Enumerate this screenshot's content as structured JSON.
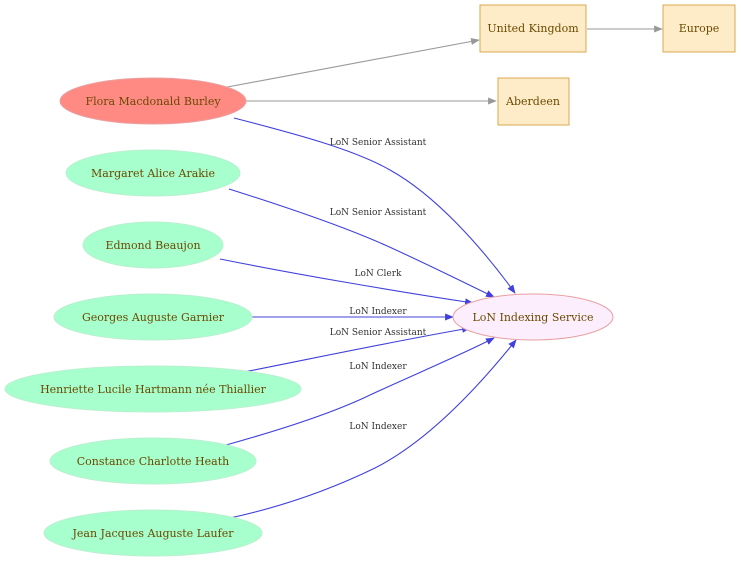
{
  "colors": {
    "subject_fill": "#ff8a84",
    "subject_stroke": "#e8a0a0",
    "person_fill": "#a6ffcc",
    "person_stroke": "#b9f0d0",
    "org_fill": "#fceefd",
    "org_stroke": "#e8a0a0",
    "place_fill": "#feecc8",
    "place_stroke": "#d8a850",
    "place_edge": "#999999",
    "role_edge": "#4040dd"
  },
  "nodes": {
    "subject": "Flora Macdonald Burley",
    "people": [
      "Margaret Alice Arakie",
      "Edmond Beaujon",
      "Georges Auguste Garnier",
      "Henriette Lucile Hartmann née Thiallier",
      "Constance Charlotte Heath",
      "Jean Jacques Auguste Laufer"
    ],
    "organization": "LoN Indexing Service",
    "places": [
      "United Kingdom",
      "Europe",
      "Aberdeen"
    ]
  },
  "edges": {
    "roles": [
      "LoN Senior Assistant",
      "LoN Senior Assistant",
      "LoN Clerk",
      "LoN Indexer",
      "LoN Senior Assistant",
      "LoN Indexer",
      "LoN Indexer"
    ]
  }
}
